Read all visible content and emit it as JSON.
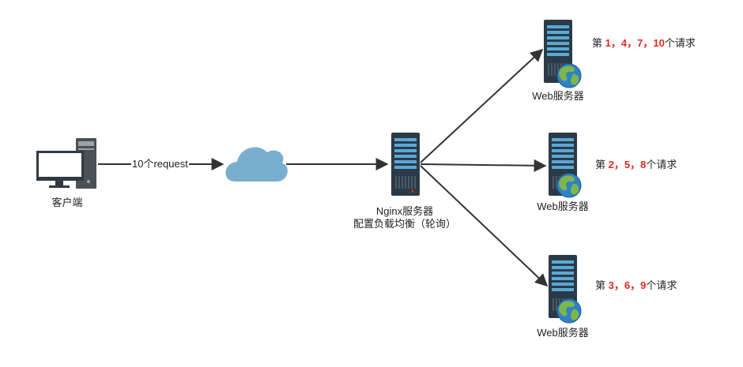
{
  "client": {
    "label": "客户端"
  },
  "edge_client_cloud": {
    "label": "10个request"
  },
  "nginx": {
    "line1": "Nginx服务器",
    "line2": "配置负载均衡（轮询）"
  },
  "web_servers": [
    {
      "label": "Web服务器",
      "req_prefix": "第 ",
      "req_sep": "，",
      "req_nums": [
        "1",
        "4",
        "7",
        "10"
      ],
      "req_suffix": "个请求"
    },
    {
      "label": "Web服务器",
      "req_prefix": "第 ",
      "req_sep": "，",
      "req_nums": [
        "2",
        "5",
        "8"
      ],
      "req_suffix": "个请求"
    },
    {
      "label": "Web服务器",
      "req_prefix": "第 ",
      "req_sep": "，",
      "req_nums": [
        "3",
        "6",
        "9"
      ],
      "req_suffix": "个请求"
    }
  ],
  "colors": {
    "server_dark": "#2b3a47",
    "server_accent": "#5aa9d6",
    "cloud": "#7aaecf",
    "arrow": "#333333",
    "highlight": "#e0281e"
  }
}
